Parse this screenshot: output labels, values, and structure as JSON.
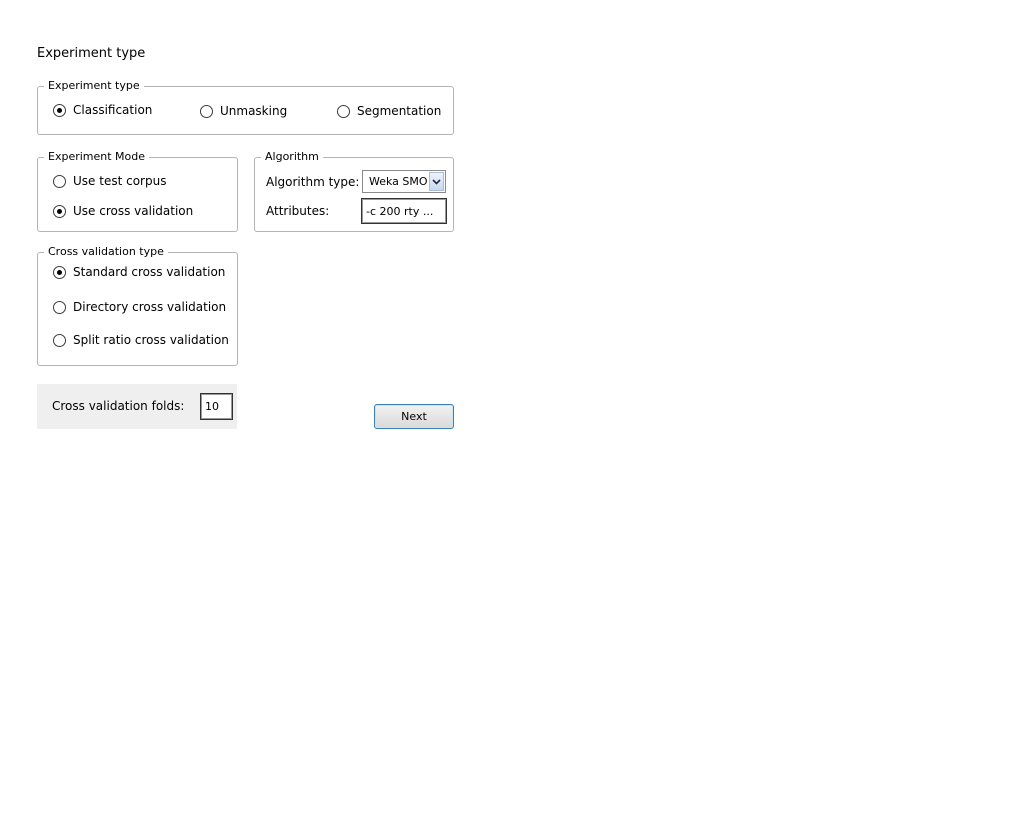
{
  "page": {
    "title": "Experiment type"
  },
  "experiment_type": {
    "legend": "Experiment type",
    "options": [
      {
        "label": "Classification",
        "selected": true
      },
      {
        "label": "Unmasking",
        "selected": false
      },
      {
        "label": "Segmentation",
        "selected": false
      }
    ]
  },
  "experiment_mode": {
    "legend": "Experiment Mode",
    "options": [
      {
        "label": "Use test corpus",
        "selected": false
      },
      {
        "label": "Use cross validation",
        "selected": true
      }
    ]
  },
  "algorithm": {
    "legend": "Algorithm",
    "type_label": "Algorithm type:",
    "type_value": "Weka SMO",
    "attributes_label": "Attributes:",
    "attributes_value": "-c 200 rty ..."
  },
  "cross_validation_type": {
    "legend": "Cross validation type",
    "options": [
      {
        "label": "Standard cross validation",
        "selected": true
      },
      {
        "label": "Directory cross validation",
        "selected": false
      },
      {
        "label": "Split ratio cross validation",
        "selected": false
      }
    ]
  },
  "folds": {
    "label": "Cross validation folds:",
    "value": "10"
  },
  "actions": {
    "next_label": "Next"
  }
}
